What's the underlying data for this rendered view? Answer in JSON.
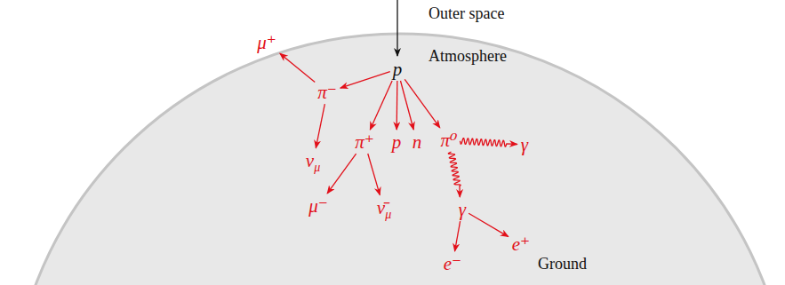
{
  "diagram": {
    "nodes": [
      {
        "text": [
          "p"
        ]
      },
      {
        "text": [
          "μ⁺"
        ]
      },
      {
        "text": [
          "π⁻"
        ]
      },
      {
        "text": [
          "ν",
          "μ"
        ]
      },
      {
        "text": [
          "π⁺"
        ]
      },
      {
        "text": [
          "p"
        ]
      },
      {
        "text": [
          "n"
        ]
      },
      {
        "text": [
          "π⁰"
        ]
      },
      {
        "text": [
          "γ"
        ]
      },
      {
        "text": [
          "γ"
        ]
      },
      {
        "text": [
          "μ⁻"
        ]
      },
      {
        "text": [
          "ν̄",
          "μ"
        ]
      },
      {
        "text": [
          "e⁺"
        ]
      },
      {
        "text": [
          "e⁻"
        ]
      }
    ],
    "edges": [
      {
        "from": 0,
        "to": 2,
        "arrow": "to"
      },
      {
        "from": 2,
        "to": 1,
        "arrow": "to"
      },
      {
        "from": 2,
        "to": 3,
        "arrow": "to"
      },
      {
        "from": 0,
        "to": 4,
        "arrow": "to"
      },
      {
        "from": 4,
        "to": 10,
        "arrow": "to"
      },
      {
        "from": 4,
        "to": 11,
        "arrow": "to"
      },
      {
        "from": 0,
        "to": 5,
        "arrow": "to"
      },
      {
        "from": 0,
        "to": 6,
        "arrow": "to"
      },
      {
        "from": 0,
        "to": 7,
        "arrow": "to"
      },
      {
        "from": 7,
        "to": 8,
        "arrow": "to"
      },
      {
        "from": 7,
        "to": 9,
        "arrow": "to"
      },
      {
        "from": 9,
        "to": 13,
        "arrow": "to"
      },
      {
        "from": 9,
        "to": 12,
        "arrow": "to"
      }
    ],
    "labels": [
      "Outer space",
      "Atmosphere",
      "Ground"
    ]
  }
}
